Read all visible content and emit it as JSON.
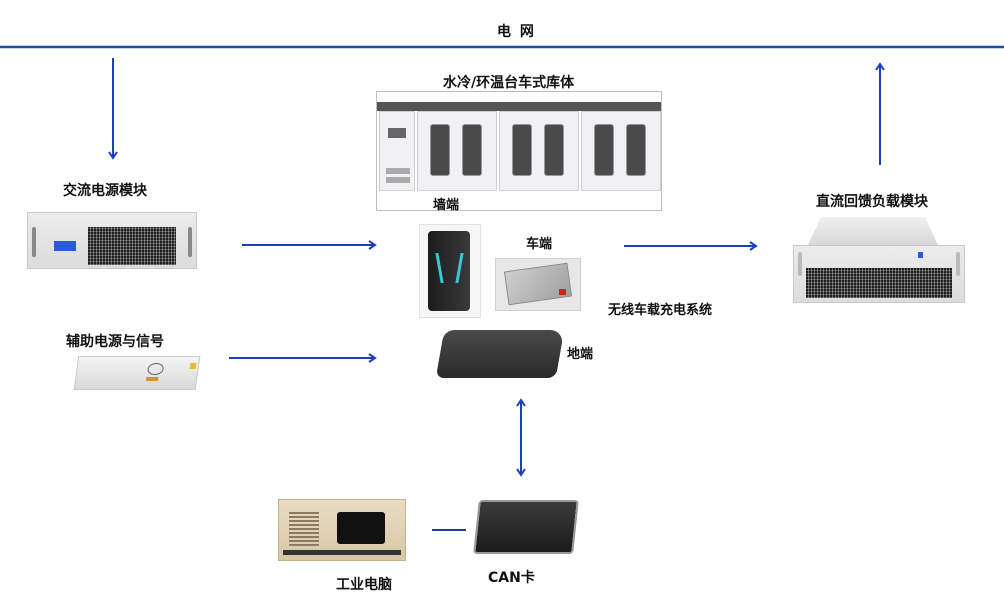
{
  "title": "电 网",
  "colors": {
    "grid_line": "#1f4aa8",
    "arrow": "#1a3fc0",
    "text": "#111111"
  },
  "nodes": {
    "cabinet": {
      "label": "水冷/环温台车式库体",
      "sub_label": "墙端"
    },
    "ac_module": {
      "label": "交流电源模块"
    },
    "aux_power": {
      "label": "辅助电源与信号"
    },
    "dc_load": {
      "label": "直流回馈负载模块"
    },
    "vehicle_end": {
      "label": "车端"
    },
    "ground_end": {
      "label": "地端"
    },
    "wireless_system": {
      "label": "无线车载充电系统"
    },
    "industrial_pc": {
      "label": "工业电脑"
    },
    "can_card": {
      "label": "CAN卡"
    }
  },
  "connections": [
    {
      "from": "电网",
      "to": "交流电源模块",
      "direction": "down"
    },
    {
      "from": "直流回馈负载模块",
      "to": "电网",
      "direction": "up"
    },
    {
      "from": "交流电源模块",
      "to": "无线车载充电系统",
      "direction": "right"
    },
    {
      "from": "辅助电源与信号",
      "to": "无线车载充电系统",
      "direction": "right"
    },
    {
      "from": "无线车载充电系统",
      "to": "直流回馈负载模块",
      "direction": "right"
    },
    {
      "from": "无线车载充电系统",
      "to": "CAN卡",
      "direction": "bidirectional"
    },
    {
      "from": "工业电脑",
      "to": "CAN卡",
      "direction": "line"
    }
  ]
}
